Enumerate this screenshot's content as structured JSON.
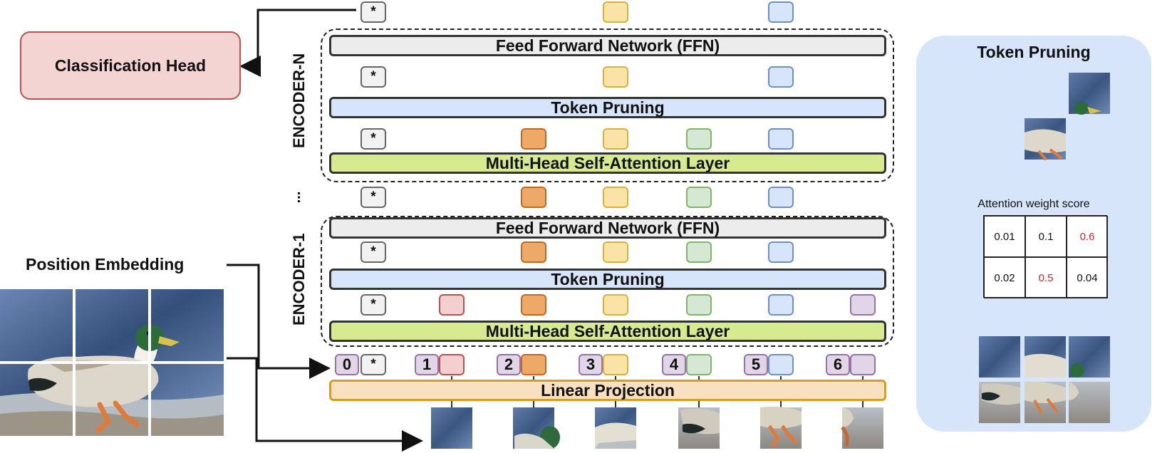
{
  "classification_head": "Classification Head",
  "position_embedding": "Position Embedding",
  "encoder_n": "ENCODER-N",
  "encoder_1": "ENCODER-1",
  "ellipsis": "...",
  "ffn_label": "Feed Forward Network (FFN)",
  "token_pruning_label": "Token Pruning",
  "mhsa_label": "Multi-Head Self-Attention Layer",
  "linear_projection": "Linear Projection",
  "cls_symbol": "*",
  "position_indices": [
    "0",
    "1",
    "2",
    "3",
    "4",
    "5",
    "6"
  ],
  "panel": {
    "title": "Token Pruning",
    "score_label": "Attention weight score",
    "scores": [
      [
        "0.01",
        "0.1",
        "0.6"
      ],
      [
        "0.02",
        "0.5",
        "0.04"
      ]
    ],
    "highlight_color": "#d9232a"
  },
  "colors": {
    "ffn": "#ececec",
    "token_pruning": "#d6e5fa",
    "mhsa": "#d6ea8f",
    "linear_projection": "#f9e0c0",
    "classification_head": "#f4d4d2",
    "panel_background": "#d6e5fa"
  }
}
